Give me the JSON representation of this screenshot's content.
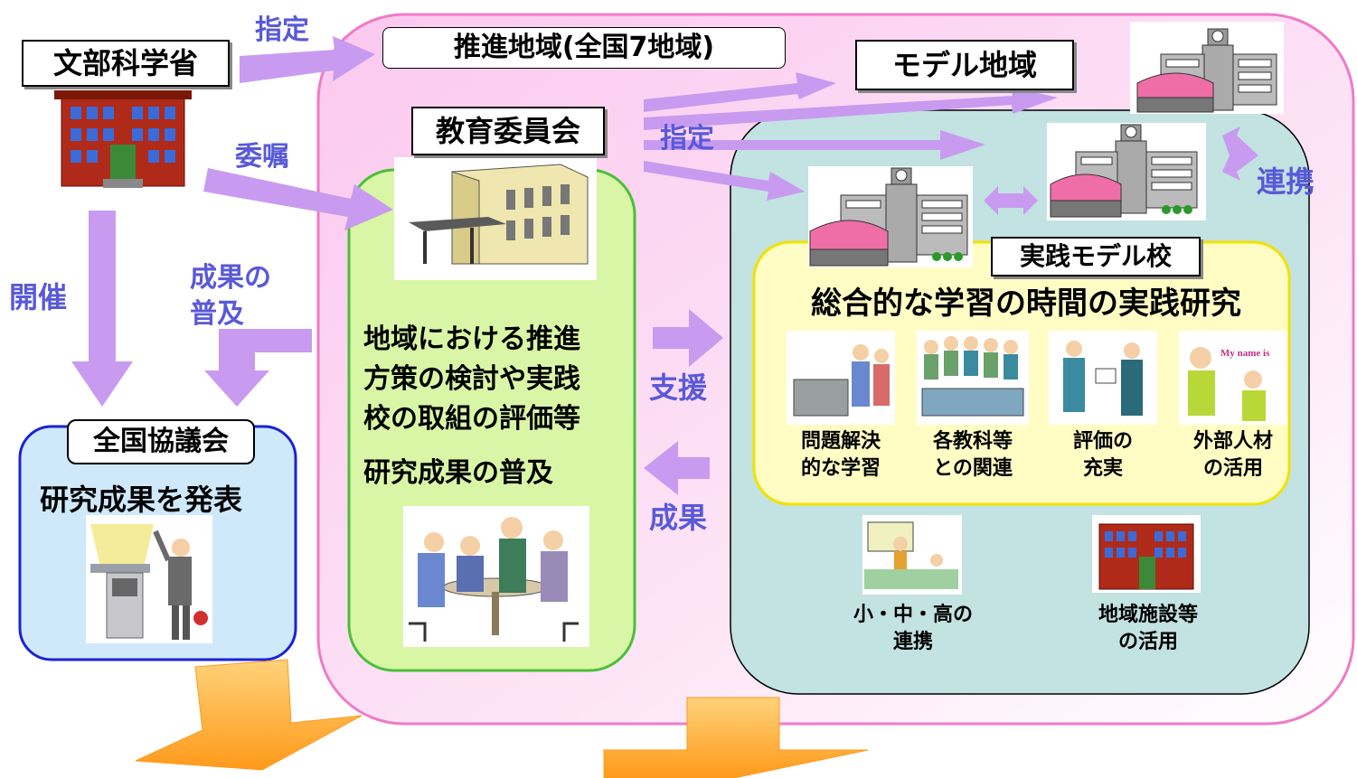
{
  "ministry": {
    "name": "文部科学省"
  },
  "arrows": {
    "designate_top": "指定",
    "commission": "委嘱",
    "hold": "開催",
    "results_spread": "成果の\n普及",
    "designate_mid": "指定",
    "support": "支援",
    "results": "成果",
    "cooperation": "連携"
  },
  "promotion_region": {
    "label": "推進地域(全国7地域)"
  },
  "model_region": {
    "label": "モデル地域"
  },
  "board": {
    "label": "教育委員会",
    "text": "地域における推進\n方策の検討や実践\n校の取組の評価等",
    "text2": "研究成果の普及"
  },
  "council": {
    "label": "全国協議会",
    "text": "研究成果を発表"
  },
  "model_school": {
    "label": "実践モデル校",
    "title": "総合的な学習の時間の実践研究",
    "items": [
      {
        "label": "問題解決\n的な学習"
      },
      {
        "label": "各教科等\nとの関連"
      },
      {
        "label": "評価の\n充実"
      },
      {
        "label": "外部人材\nの活用"
      }
    ],
    "bottom": [
      {
        "label": "小・中・高の\n連携"
      },
      {
        "label": "地域施設等\nの活用"
      }
    ],
    "sign_text": "My name is"
  },
  "colors": {
    "arrow": "#c89bf0",
    "region_border": "#f07ac8",
    "board_fill": "#d8f5a0",
    "school_area": "#bfe3e3",
    "school_box": "#fffcc8",
    "council_fill": "#cfe9fa",
    "output_arrow": "#ffb048"
  }
}
